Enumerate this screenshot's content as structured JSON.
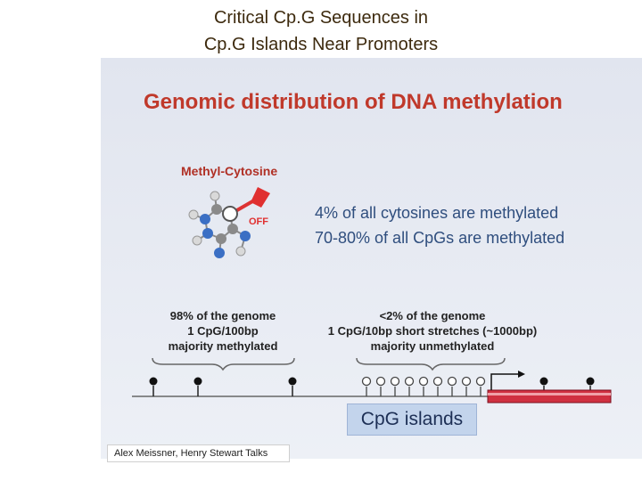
{
  "slide": {
    "title_line1": "Critical Cp.G Sequences in",
    "title_line2": "Cp.G Islands Near Promoters"
  },
  "figure": {
    "title": "Genomic distribution of DNA methylation",
    "molecule_label": "Methyl-Cytosine",
    "off_label": "OFF",
    "stat_1": "4% of all cytosines are methylated",
    "stat_2": "70-80% of all CpGs are methylated",
    "left_region": {
      "line1": "98% of the genome",
      "line2": "1 CpG/100bp",
      "line3": "majority methylated"
    },
    "right_region": {
      "line1": "<2% of the genome",
      "line2": "1 CpG/10bp short stretches (~1000bp)",
      "line3": "majority unmethylated"
    },
    "cpg_islands_label": "CpG islands",
    "colors": {
      "title_red": "#c0392b",
      "stat_blue": "#2f4e7e",
      "gene_bar": "#d03040",
      "cpg_box": "#c3d4ec",
      "panel_bg": "#e6e9f1"
    }
  },
  "credit": "Alex Meissner, Henry Stewart Talks"
}
